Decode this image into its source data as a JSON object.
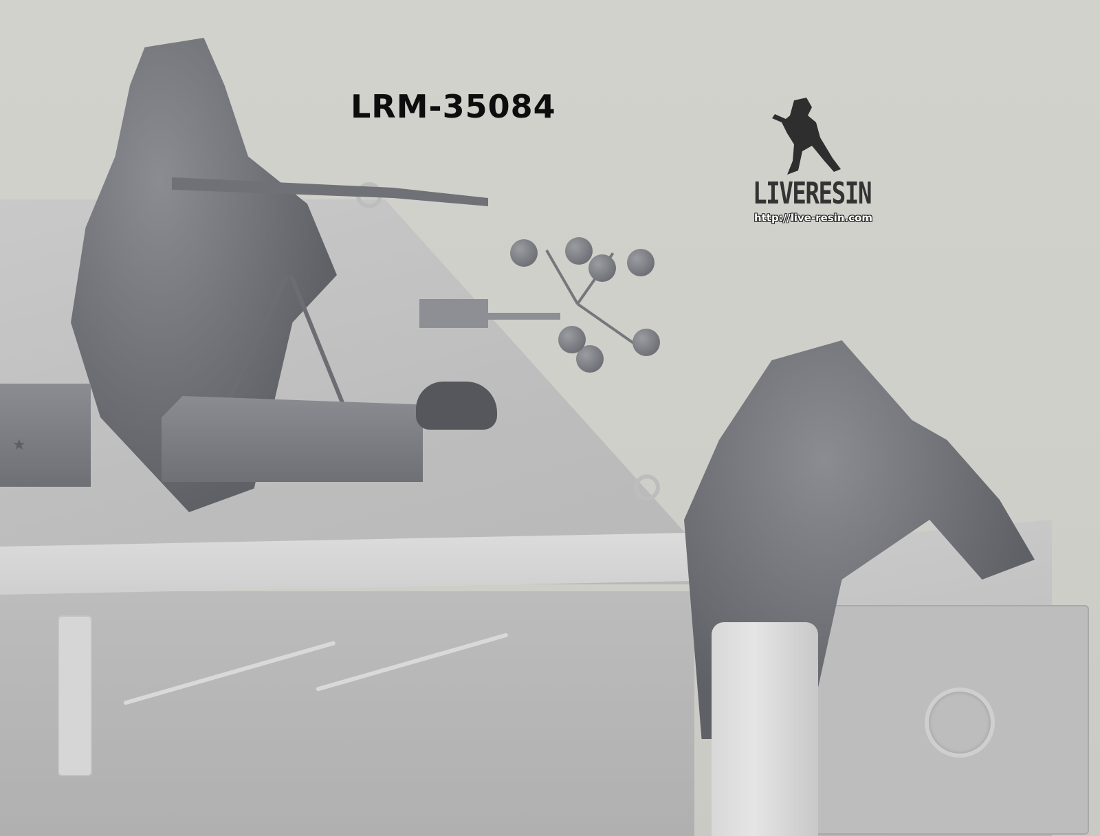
{
  "image": {
    "product_code": "LRM-35084",
    "logo": {
      "brand_name": "LIVERESIN",
      "url_text": "http://live-resin.com",
      "icon": "running-soldier-logo-icon"
    },
    "scene": {
      "description": "Grey 3D render of two soldier figures on an armored vehicle hull",
      "background_color": "#cfcfc9",
      "hull_color": "#bdbdbd",
      "figure_color": "#6f7176",
      "elements": [
        "machine-gunner-figure",
        "heavy-machine-gun-on-tripod",
        "ammo-box",
        "ammo-belt",
        "spent-casings",
        "observer-figure-with-binoculars",
        "fuel-canister",
        "hatch-with-porthole",
        "mine-clearing-device"
      ]
    },
    "colors": {
      "text": "#0d0d0d",
      "logo_text": "#333333",
      "url_text": "#ffffff"
    }
  }
}
